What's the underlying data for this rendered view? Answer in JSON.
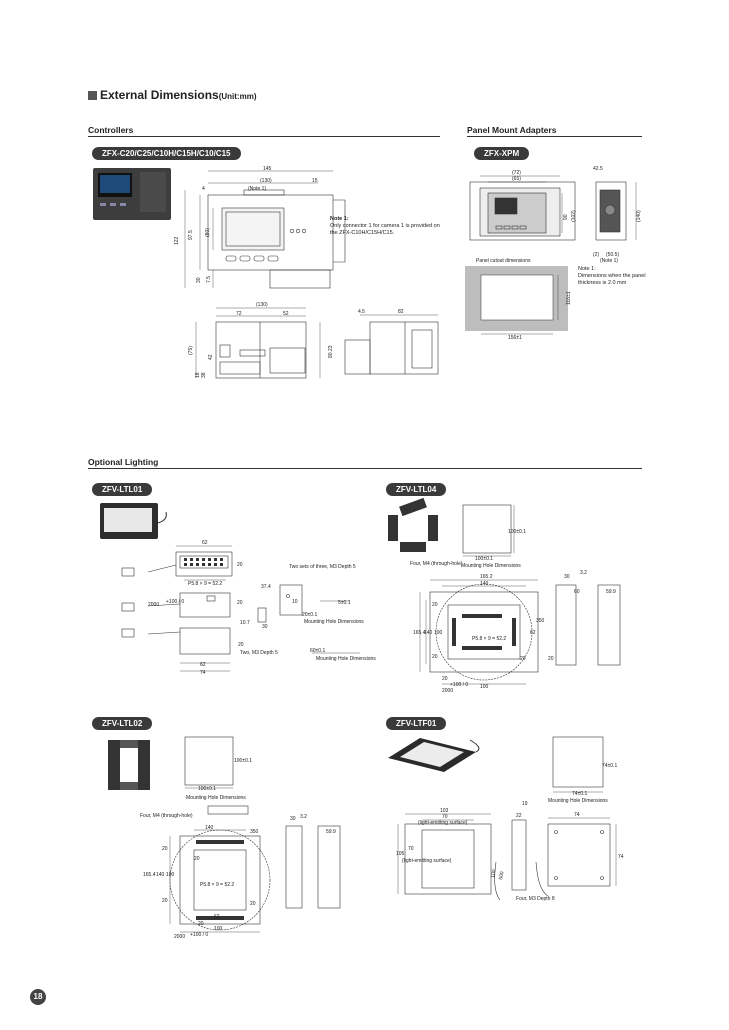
{
  "header": {
    "title": "External Dimensions",
    "unit": "(Unit:mm)"
  },
  "sections": {
    "controllers": "Controllers",
    "panel_mount": "Panel Mount Adapters",
    "optional_lighting": "Optional Lighting"
  },
  "controllers": {
    "model_pill": "ZFX-C20/C25/C10H/C15H/C10/C15",
    "dims": {
      "d145": "145",
      "d130": "(130)",
      "d15": "15",
      "note1": "(Note 1)",
      "d4": "4",
      "d122": "122",
      "d975": "97.5",
      "d80": "(80)",
      "d30": "30",
      "d75": "7.5",
      "d130b": "(130)",
      "d72": "72",
      "d52": "52",
      "d45": "4.5",
      "d82": "82",
      "d75b": "(75)",
      "d38": "38",
      "d42": "42",
      "d18": "18",
      "d80b": "80.23"
    },
    "note": {
      "title": "Note 1:",
      "text": "Only connector 1 for camera 1 is provided on the ZFX-C10H/C15H/C15."
    }
  },
  "panel": {
    "model_pill": "ZFX-XPM",
    "dims": {
      "d72": "(72)",
      "d65": "(65)",
      "d425": "42.5",
      "d90": "90",
      "d102": "(102)",
      "d140": "(140)",
      "d505": "(50.5)",
      "d2": "(2)",
      "note1": "(Note 1)"
    },
    "cutout_label": "Panel cutout dimensions",
    "cutout_w": "156±1",
    "cutout_h": "116±1",
    "note": {
      "title": "Note 1:",
      "text": "Dimensions when the panel thickness is 2.0 mm"
    }
  },
  "lighting": {
    "ltl01": {
      "model_pill": "ZFV-LTL01",
      "dims": {
        "d62": "62",
        "d20": "20",
        "p58": "P5.8 × 9 = 52.2",
        "d2000": "2000",
        "d0": "+100 / 0",
        "d20b": "20",
        "d20c": "20",
        "d374": "37.4",
        "d10": "10",
        "d107": "10.7",
        "d30": "30",
        "d20d": "20±0.1",
        "d5": "5±0.1",
        "d60": "60±0.1",
        "d62b": "62",
        "d74": "74",
        "d20e": "20"
      },
      "note_m3a": "Two sets of three, M3 Depth 5",
      "mounting_a": "Mounting Hole Dimensions",
      "note_m3b": "Two, M3 Depth 5",
      "mounting_b": "Mounting Hole Dimensions"
    },
    "ltl04": {
      "model_pill": "ZFV-LTL04",
      "dims": {
        "d100a": "100±0.1",
        "d100b": "100±0.1",
        "d1652": "165.2",
        "d140": "140",
        "d1654": "165.4",
        "d140b": "140",
        "d100c": "100",
        "d20": "20",
        "d20b": "20",
        "d20c": "20",
        "d20d": "20",
        "d100d": "100",
        "d32": "3.2",
        "d30": "30",
        "d599": "59.9",
        "d60": "60",
        "p58": "P5.8 × 9 = 52.2",
        "d350": "350",
        "d0": "+100 / 0",
        "d62": "62",
        "d2000": "2000",
        "d20e": "20"
      },
      "note_m4": "Four, M4 (through-hole)",
      "mounting": "Mounting Hole Dimensions"
    },
    "ltl02": {
      "model_pill": "ZFV-LTL02",
      "dims": {
        "d100a": "100±0.1",
        "d100b": "100±0.1",
        "d140": "140",
        "d350": "350",
        "d0": "+100 / 0",
        "d30": "30",
        "d32": "3.2",
        "d599": "59.9",
        "d20": "20",
        "d20b": "20",
        "d1654": "165.4",
        "d140b": "140",
        "d100c": "100",
        "p58": "P5.8 × 9 = 52.2",
        "d62": "62",
        "d100d": "100",
        "d20c": "20",
        "d20d": "20",
        "d20e": "20",
        "d2000": "2000"
      },
      "note_m4": "Four, M4 (through-hole)",
      "mounting": "Mounting Hole Dimensions"
    },
    "ltf01": {
      "model_pill": "ZFV-LTF01",
      "dims": {
        "d74a": "74±0.1",
        "d74b": "74±0.1",
        "d103": "103",
        "d70": "70",
        "d105": "105",
        "d70b": "70",
        "d22": "22",
        "d74": "74",
        "d74c": "74",
        "d19": "19",
        "d500": "500",
        "d100": "100"
      },
      "light_surface": "(light-emitting surface)",
      "light_surface_v": "(light-emitting surface)",
      "mounting": "Mounting Hole Dimensions",
      "note_m3": "Four, M3 Depth 8"
    }
  },
  "page_number": "18"
}
